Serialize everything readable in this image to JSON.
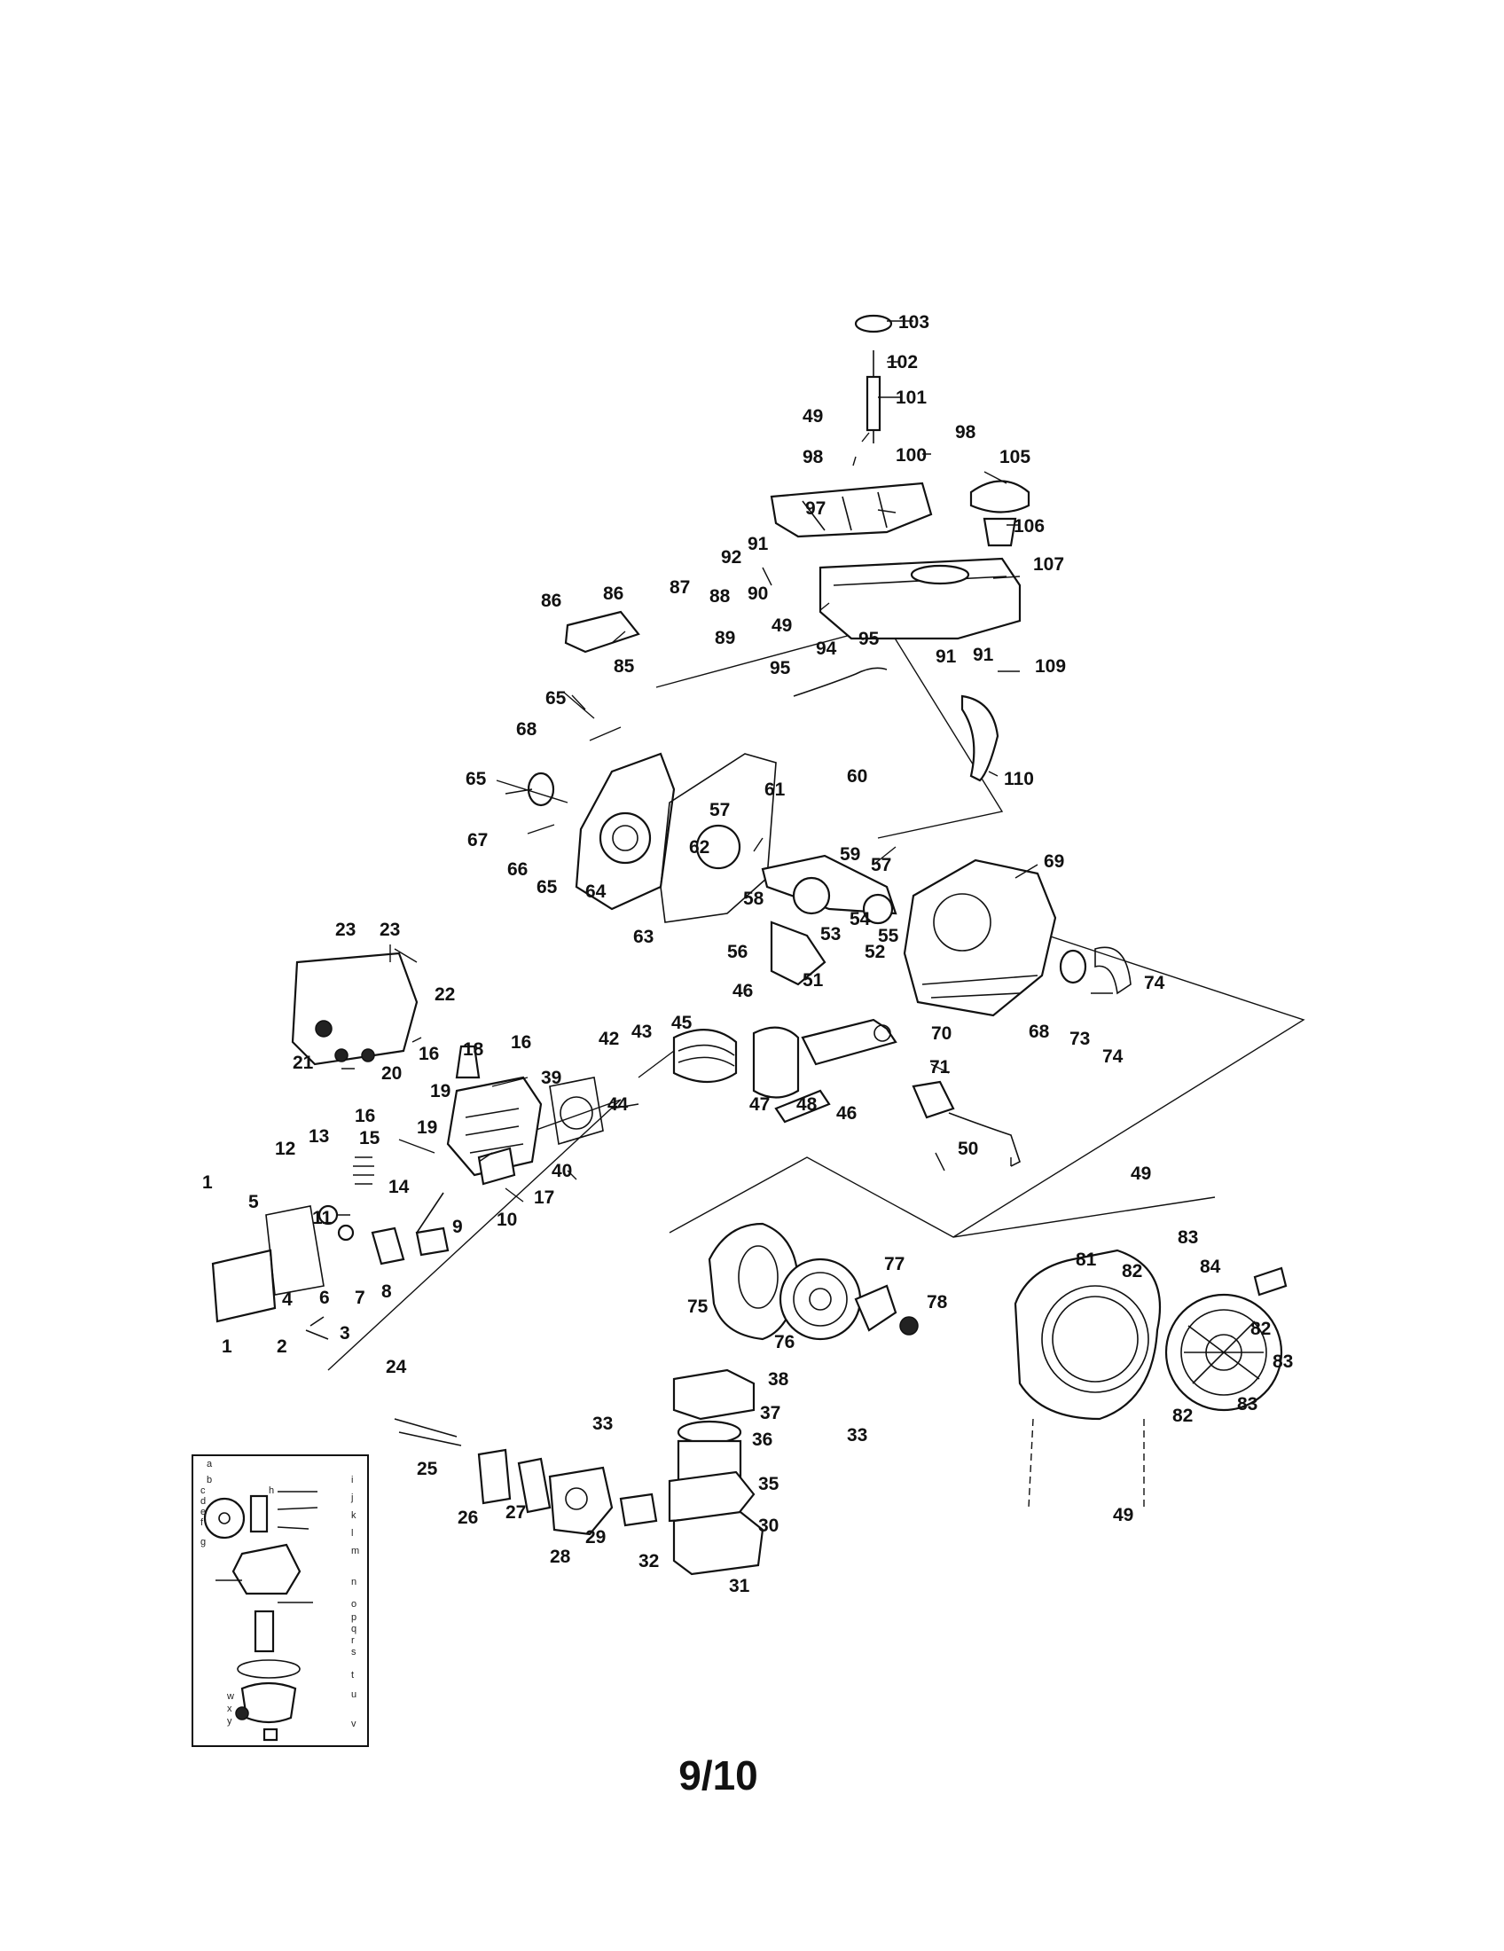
{
  "page_number": "9/10",
  "callouts": [
    "103",
    "102",
    "101",
    "49",
    "100",
    "98",
    "98",
    "105",
    "97",
    "106",
    "91",
    "92",
    "90",
    "107",
    "87",
    "88",
    "86",
    "86",
    "49",
    "89",
    "85",
    "95",
    "94",
    "95",
    "91",
    "91",
    "109",
    "65",
    "68",
    "60",
    "110",
    "61",
    "65",
    "57",
    "59",
    "57",
    "69",
    "67",
    "66",
    "65",
    "64",
    "62",
    "63",
    "58",
    "54",
    "55",
    "53",
    "56",
    "52",
    "23",
    "23",
    "22",
    "46",
    "51",
    "45",
    "74",
    "43",
    "42",
    "68",
    "73",
    "74",
    "16",
    "18",
    "70",
    "21",
    "20",
    "39",
    "16",
    "71",
    "19",
    "44",
    "47",
    "48",
    "46",
    "19",
    "50",
    "12",
    "13",
    "15",
    "16",
    "40",
    "17",
    "14",
    "49",
    "11",
    "10",
    "9",
    "1",
    "5",
    "6",
    "7",
    "8",
    "83",
    "81",
    "84",
    "82",
    "77",
    "4",
    "78",
    "3",
    "75",
    "76",
    "1",
    "2",
    "82",
    "83",
    "24",
    "38",
    "82",
    "83",
    "37",
    "33",
    "33",
    "36",
    "25",
    "26",
    "27",
    "35",
    "29",
    "30",
    "28",
    "32",
    "31",
    "49"
  ],
  "inset_callouts": [
    "a",
    "b",
    "c",
    "d",
    "e",
    "f",
    "g",
    "h",
    "i",
    "j",
    "k",
    "l",
    "m",
    "n",
    "o",
    "p",
    "q",
    "r",
    "s",
    "t",
    "u",
    "v",
    "w",
    "x",
    "y"
  ]
}
